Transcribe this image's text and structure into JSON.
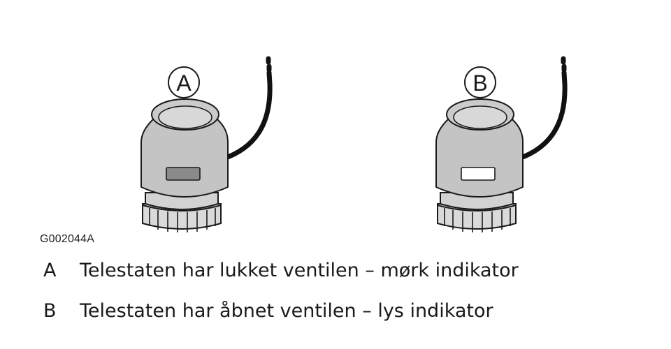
{
  "figure": {
    "code": "G002044A",
    "actuators": [
      {
        "id": "A",
        "indicator_state": "dark",
        "indicator_color": "#8a8a8a"
      },
      {
        "id": "B",
        "indicator_state": "light",
        "indicator_color": "#ffffff"
      }
    ],
    "colors": {
      "body": "#c6c6c6",
      "body_shadow": "#b4b4b4",
      "outline": "#1a1a1a",
      "cable": "#111111"
    }
  },
  "legend": [
    {
      "key": "A",
      "text": "Telestaten har lukket ventilen – mørk indikator"
    },
    {
      "key": "B",
      "text": "Telestaten har åbnet ventilen – lys indikator"
    }
  ]
}
